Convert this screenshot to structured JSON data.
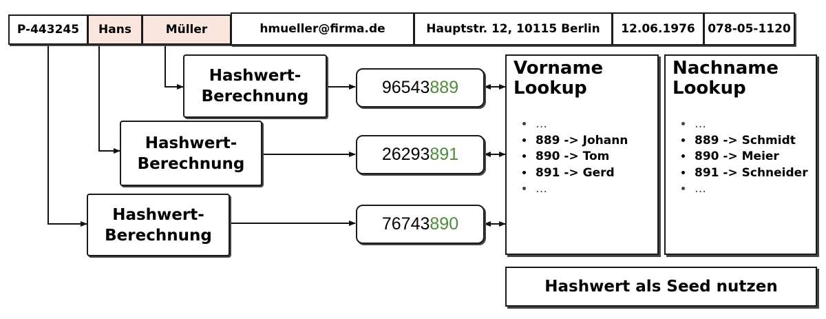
{
  "record": {
    "id": "P-443245",
    "first_name": "Hans",
    "last_name": "Müller",
    "email": "hmueller@firma.de",
    "address": "Hauptstr. 12, 10115 Berlin",
    "birth_date": "12.06.1976",
    "phone": "078-05-1120",
    "highlight_color": "#fae6dc"
  },
  "hash_label": "Hashwert-\nBerechnung",
  "hashes": [
    {
      "prefix": "96543",
      "suffix": "889"
    },
    {
      "prefix": "26293",
      "suffix": "891"
    },
    {
      "prefix": "76743",
      "suffix": "890"
    }
  ],
  "suffix_color": "#4e8a3a",
  "first_name_lookup": {
    "title": "Vorname\nLookup",
    "items": [
      "…",
      "889 -> Johann",
      "890 -> Tom",
      "891 -> Gerd",
      "…"
    ]
  },
  "last_name_lookup": {
    "title": "Nachname\nLookup",
    "items": [
      "…",
      "889 -> Schmidt",
      "890 -> Meier",
      "891 -> Schneider",
      "…"
    ]
  },
  "seed_label": "Hashwert als Seed nutzen"
}
